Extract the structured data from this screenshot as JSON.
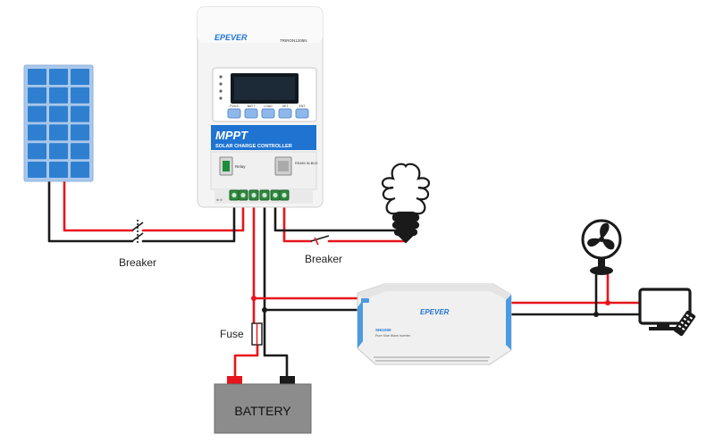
{
  "controller": {
    "brand": "EPEVER",
    "model": "TRIRON1206N",
    "banner_title": "MPPT",
    "banner_subtitle": "SOLAR CHARGE CONTROLLER",
    "buttons": [
      "PV/LS",
      "BATT",
      "LOAD",
      "SET",
      "ENT"
    ],
    "relay_label": "Relay",
    "port_label": "RS485 IN-BUS"
  },
  "inverter": {
    "brand": "EPEVER",
    "model": "SHI1000",
    "subtitle": "Pure Sine Wave Inverter"
  },
  "labels": {
    "breaker_pv": "Breaker",
    "breaker_load": "Breaker",
    "fuse": "Fuse",
    "battery": "BATTERY"
  },
  "colors": {
    "positive_wire": "#e8141c",
    "negative_wire": "#1a1a1a",
    "panel_cell": "#2f7fd0",
    "panel_frame": "#a9c7ea",
    "controller_banner": "#1f74d2",
    "inverter_body": "#f2f2f2",
    "inverter_trim": "#4b9be0",
    "battery_body": "#8c8c8c"
  }
}
